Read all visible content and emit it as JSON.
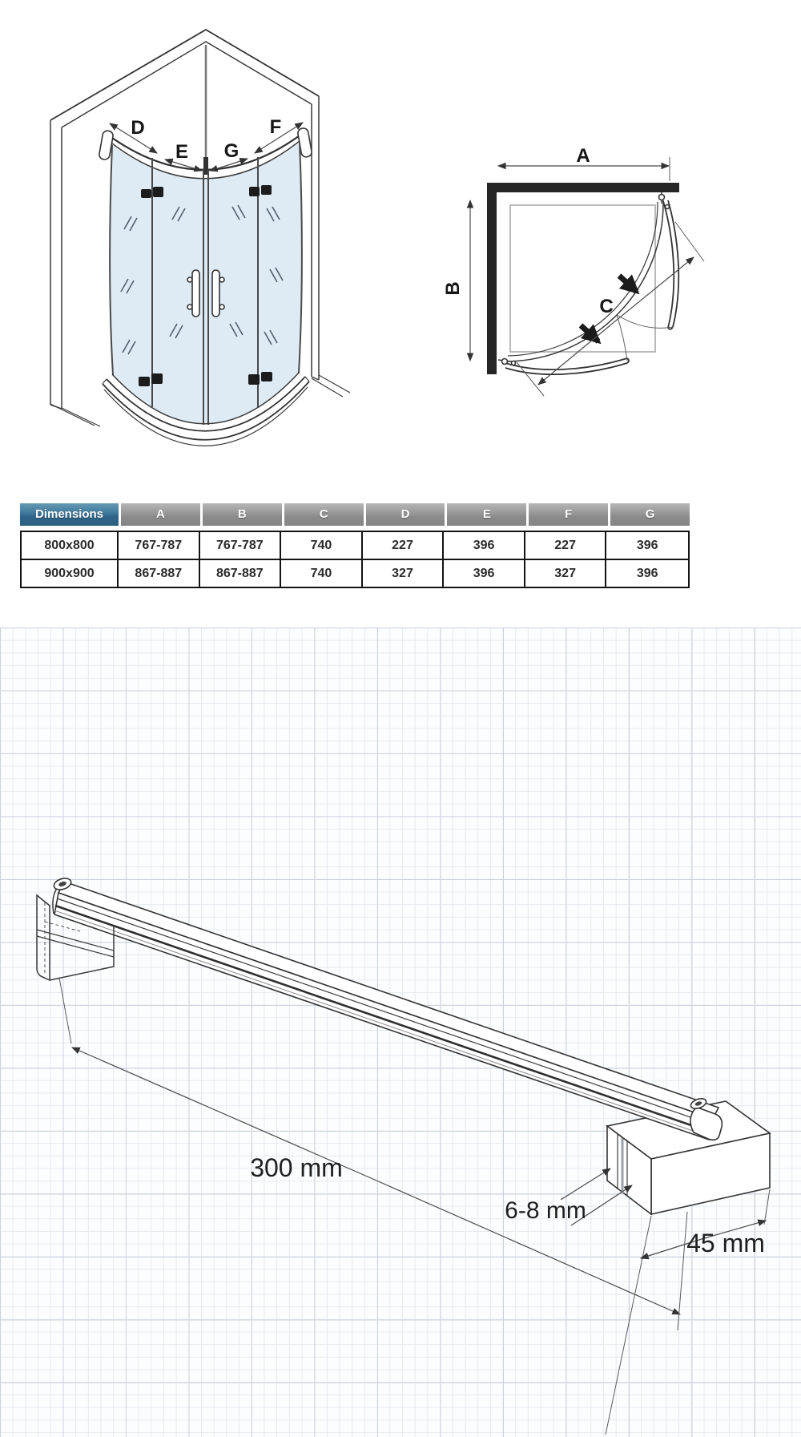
{
  "front_view": {
    "label_d": "D",
    "label_e": "E",
    "label_g": "G",
    "label_f": "F"
  },
  "plan_view": {
    "label_a": "A",
    "label_b": "B",
    "label_c": "C"
  },
  "dim_table": {
    "headers": [
      "Dimensions",
      "A",
      "B",
      "C",
      "D",
      "E",
      "F",
      "G"
    ],
    "rows": [
      [
        "800x800",
        "767-787",
        "767-787",
        "740",
        "227",
        "396",
        "227",
        "396"
      ],
      [
        "900x900",
        "867-887",
        "867-887",
        "740",
        "327",
        "396",
        "327",
        "396"
      ]
    ]
  },
  "support_bar": {
    "length_label": "300 mm",
    "glass_thickness_label": "6-8 mm",
    "depth_label": "45 mm"
  },
  "colors": {
    "header_highlight": "#3a7498",
    "header_gray": "#929292",
    "glass_blue": "#dbe9f4",
    "drawing_line": "#333333"
  }
}
